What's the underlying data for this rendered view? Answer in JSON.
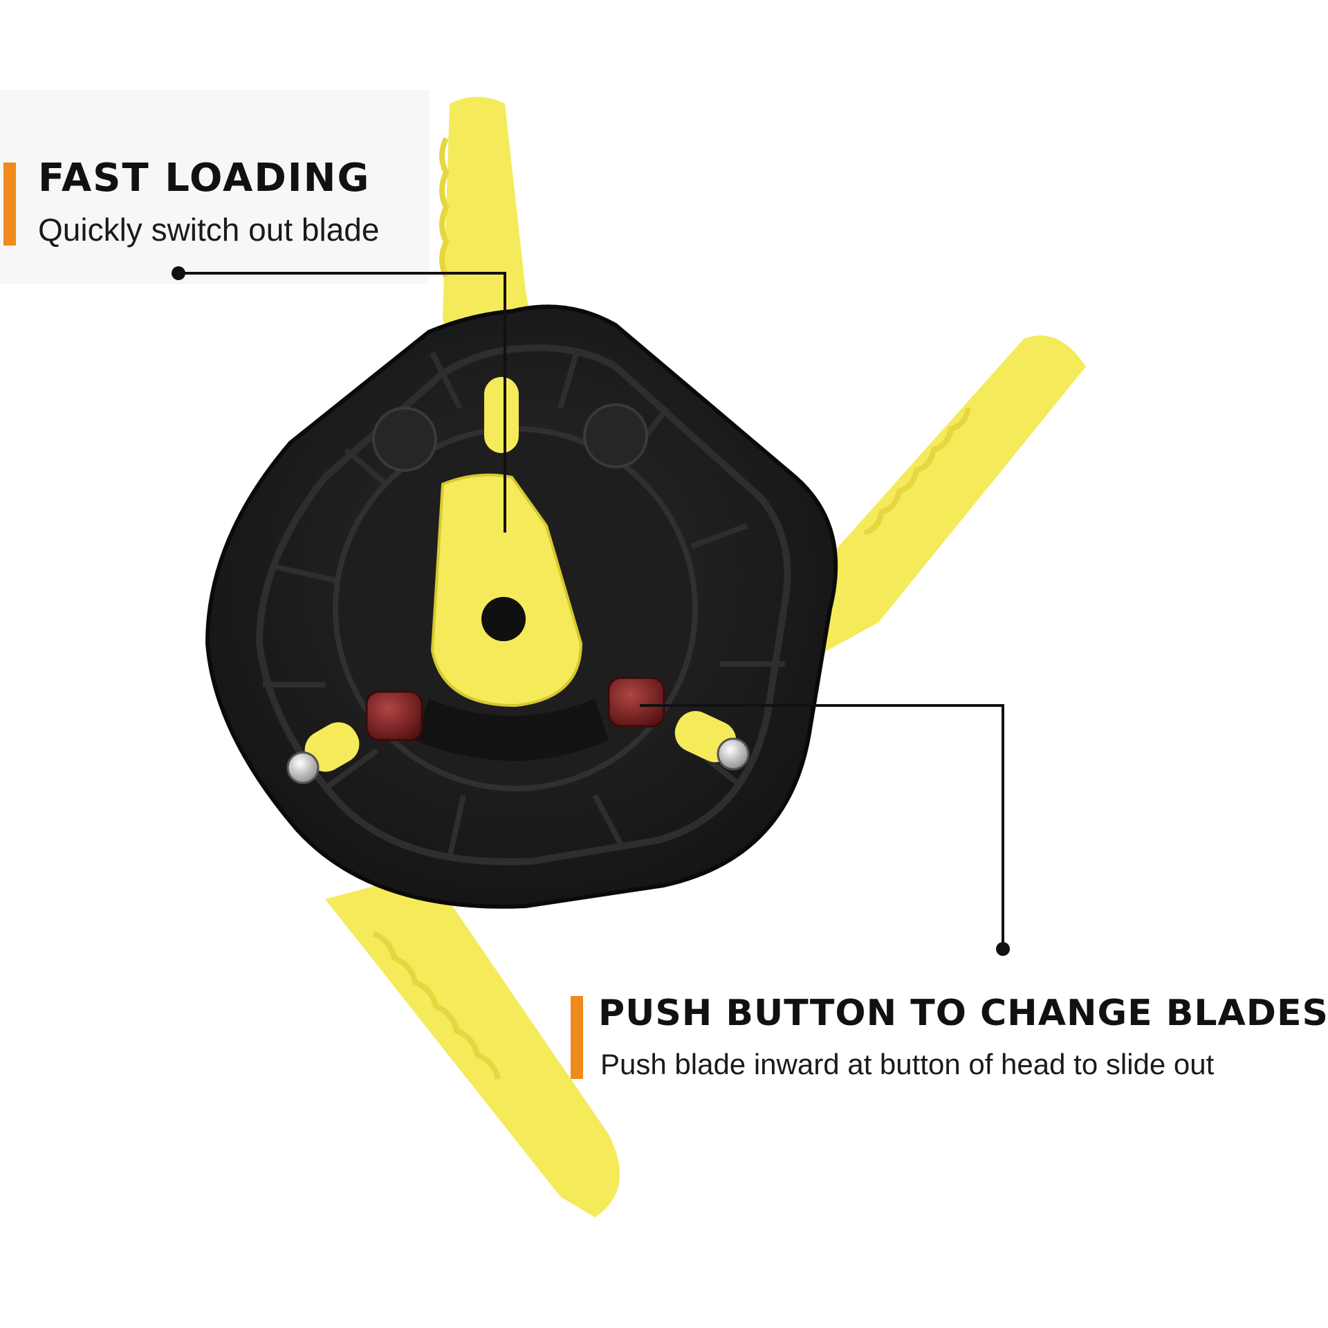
{
  "callouts": {
    "fast_loading": {
      "title": "FAST LOADING",
      "subtitle": "Quickly switch out blade"
    },
    "push_button": {
      "title": "PUSH BUTTON TO CHANGE BLADES",
      "subtitle": "Push blade inward at button of head to slide out"
    }
  },
  "colors": {
    "accent": "#f08a1c",
    "blade": "#f5ea5a",
    "head": "#1c1c1c",
    "button": "#7a1e1e"
  }
}
